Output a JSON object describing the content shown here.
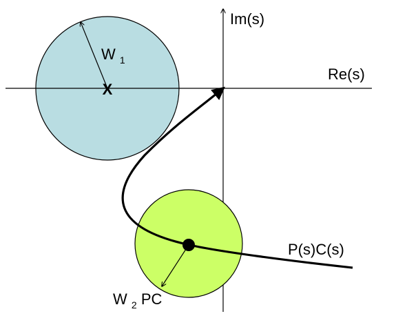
{
  "labels": {
    "im_axis": "Im(s)",
    "re_axis": "Re(s)",
    "w1": "W",
    "w1_sub": "1",
    "cross_marker": "X",
    "w2pc_prefix": "W",
    "w2pc_sub": "2",
    "w2pc_suffix": "PC",
    "curve": "P(s)C(s)"
  },
  "colors": {
    "w1_circle_fill": "#b9dde2",
    "w2_circle_fill": "#ccff66",
    "stroke": "#000000",
    "background": "#ffffff"
  }
}
